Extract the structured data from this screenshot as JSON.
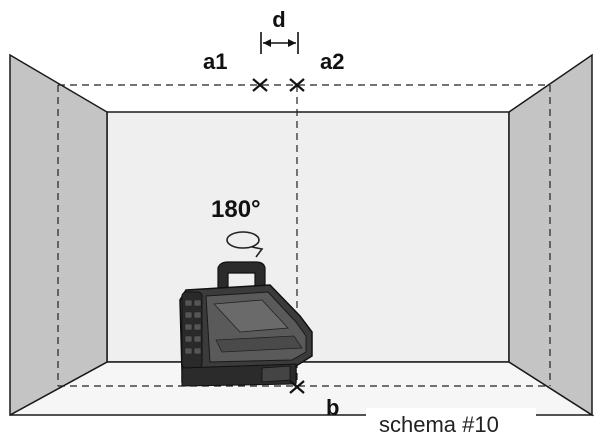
{
  "labels": {
    "d": "d",
    "a1": "a1",
    "a2": "a2",
    "b": "b",
    "rotation": "180°",
    "caption": "schema #10"
  },
  "colors": {
    "outline": "#1a1a1a",
    "side_wall": "#c4c4c4",
    "back_wall": "#efefef",
    "floor": "#f6f6f6",
    "laser_dark": "#2b2b2b",
    "laser_mid": "#4a4a4a",
    "laser_light": "#6a6a6a"
  },
  "icons": {
    "rotation_arrow": "rotate-arrow-icon",
    "marker": "cross-mark-icon"
  }
}
